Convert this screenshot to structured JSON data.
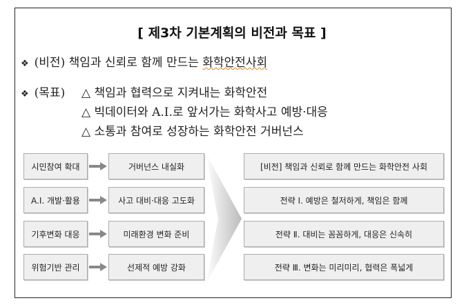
{
  "title": "[ 제3차 기본계획의 비전과 목표 ]",
  "vision": {
    "label": "(비전)",
    "text_plain": "책임과 신뢰로 함께 만드는 ",
    "text_underlined": "화학안전사회"
  },
  "goals": {
    "label": "(목표)",
    "items": [
      "△  책임과 협력으로 지켜내는 화학안전",
      "△  빅데이터와 A.I.로 앞서가는 화학사고 예방·대응",
      "△  소통과 참여로 성장하는 화학안전 거버넌스"
    ]
  },
  "diagram": {
    "rows": [
      {
        "from": "시민참여 확대",
        "to": "거버넌스 내실화"
      },
      {
        "from": "A.I. 개발·활용",
        "to": "사고 대비·대응 고도화"
      },
      {
        "from": "기후변화 대응",
        "to": "미래환경 변화 준비"
      },
      {
        "from": "위험기반 관리",
        "to": "선제적 예방 강화"
      }
    ],
    "results": [
      "[비전] 책임과 신뢰로 함께 만드는 화학안전 사회",
      "전략 Ⅰ. 예방은 철저하게, 책임은 함께",
      "전략 Ⅱ. 대비는 꼼꼼하게, 대응은 신속히",
      "전략 Ⅲ. 변화는 미리미리, 협력은 폭넓게"
    ]
  }
}
